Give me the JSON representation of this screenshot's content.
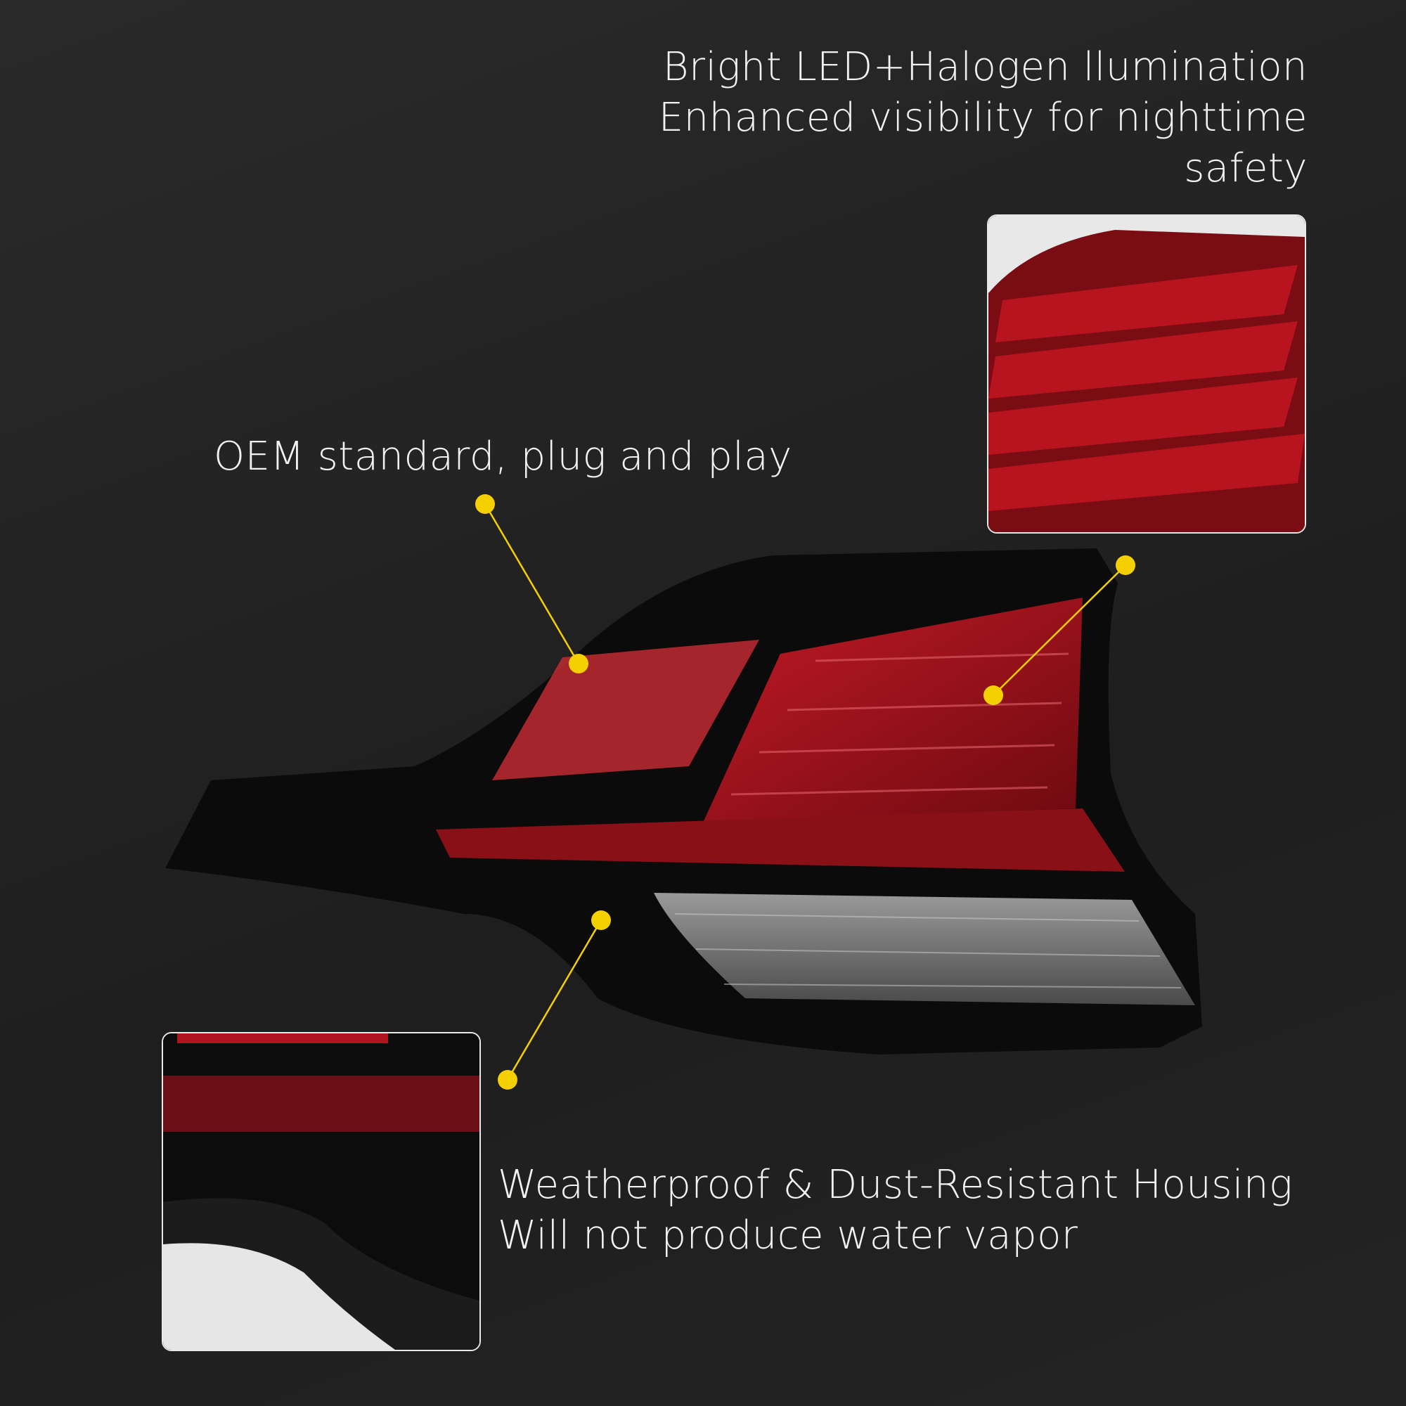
{
  "callouts": {
    "illumination": {
      "line1": "Bright LED+Halogen llumination",
      "line2": "Enhanced visibility for nighttime",
      "line3": "safety"
    },
    "oem": {
      "line1": "OEM standard, plug and play"
    },
    "housing": {
      "line1": "Weatherproof & Dust-Resistant Housing",
      "line2": "Will not produce water vapor"
    }
  },
  "colors": {
    "accent_dot": "#f5d000",
    "lens_red": "#a8121c",
    "background": "#222222"
  }
}
